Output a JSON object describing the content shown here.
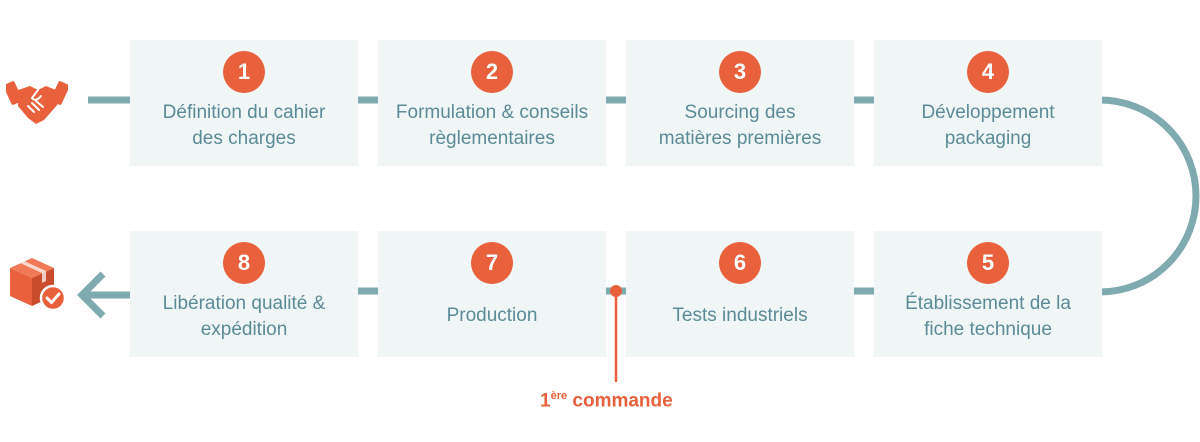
{
  "colors": {
    "accent": "#e8603c",
    "line": "#7faaaf",
    "card_bg": "#f0f6f6",
    "text": "#5b8b97"
  },
  "steps": [
    {
      "number": "1",
      "line1": "Définition du cahier",
      "line2": "des charges"
    },
    {
      "number": "2",
      "line1": "Formulation & conseils",
      "line2": "règlementaires"
    },
    {
      "number": "3",
      "line1": "Sourcing des",
      "line2": "matières premières"
    },
    {
      "number": "4",
      "line1": "Développement",
      "line2": "packaging"
    },
    {
      "number": "5",
      "line1": "Établissement de la",
      "line2": "fiche technique"
    },
    {
      "number": "6",
      "line1": "Tests industriels",
      "line2": ""
    },
    {
      "number": "7",
      "line1": "Production",
      "line2": ""
    },
    {
      "number": "8",
      "line1": "Libération qualité &",
      "line2": "expédition"
    }
  ],
  "marker": {
    "number": "1",
    "sup": "ère",
    "text": "commande"
  },
  "icons": {
    "start": "handshake-icon",
    "end": "package-check-icon"
  }
}
